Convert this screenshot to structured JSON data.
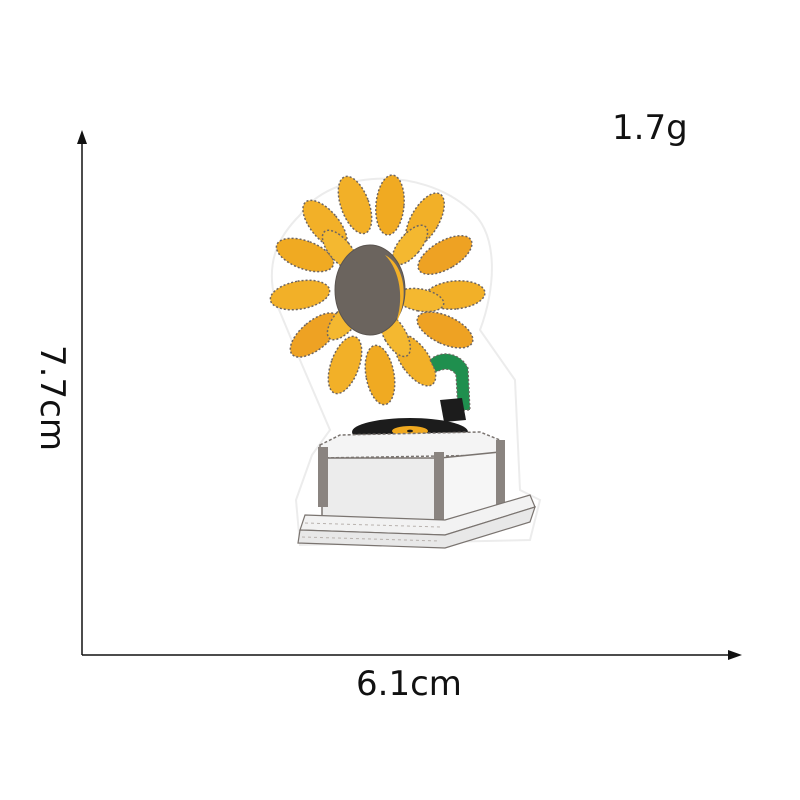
{
  "weight": {
    "text": "1.7g"
  },
  "dimensions": {
    "width": "6.1cm",
    "height": "7.7cm"
  },
  "patch": {
    "subject": "sunflower-gramophone-embroidered-patch",
    "colors": {
      "petal": "#f2b028",
      "petal_shade": "#e39a1d",
      "center": "#6b645e",
      "stitch": "#6e6560",
      "stem": "#1f8f4e",
      "record": "#1c1c1c",
      "label": "#f0a91f",
      "box": "#ececec",
      "box_edge": "#7a7470"
    }
  }
}
